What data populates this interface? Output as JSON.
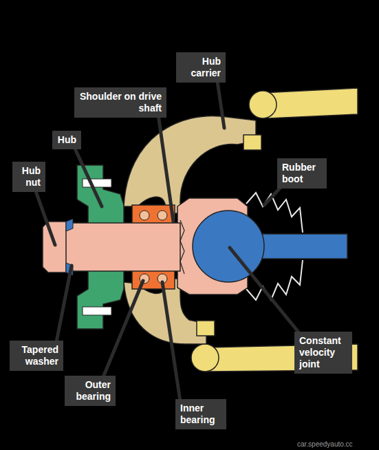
{
  "diagram": {
    "labels": [
      "Hub carrier",
      "Shoulder on drive shaft",
      "Hub",
      "Hub nut",
      "Rubber boot",
      "Constant velocity joint",
      "Tapered washer",
      "Outer bearing",
      "Inner bearing",
      "car.speedyauto.cc"
    ]
  }
}
